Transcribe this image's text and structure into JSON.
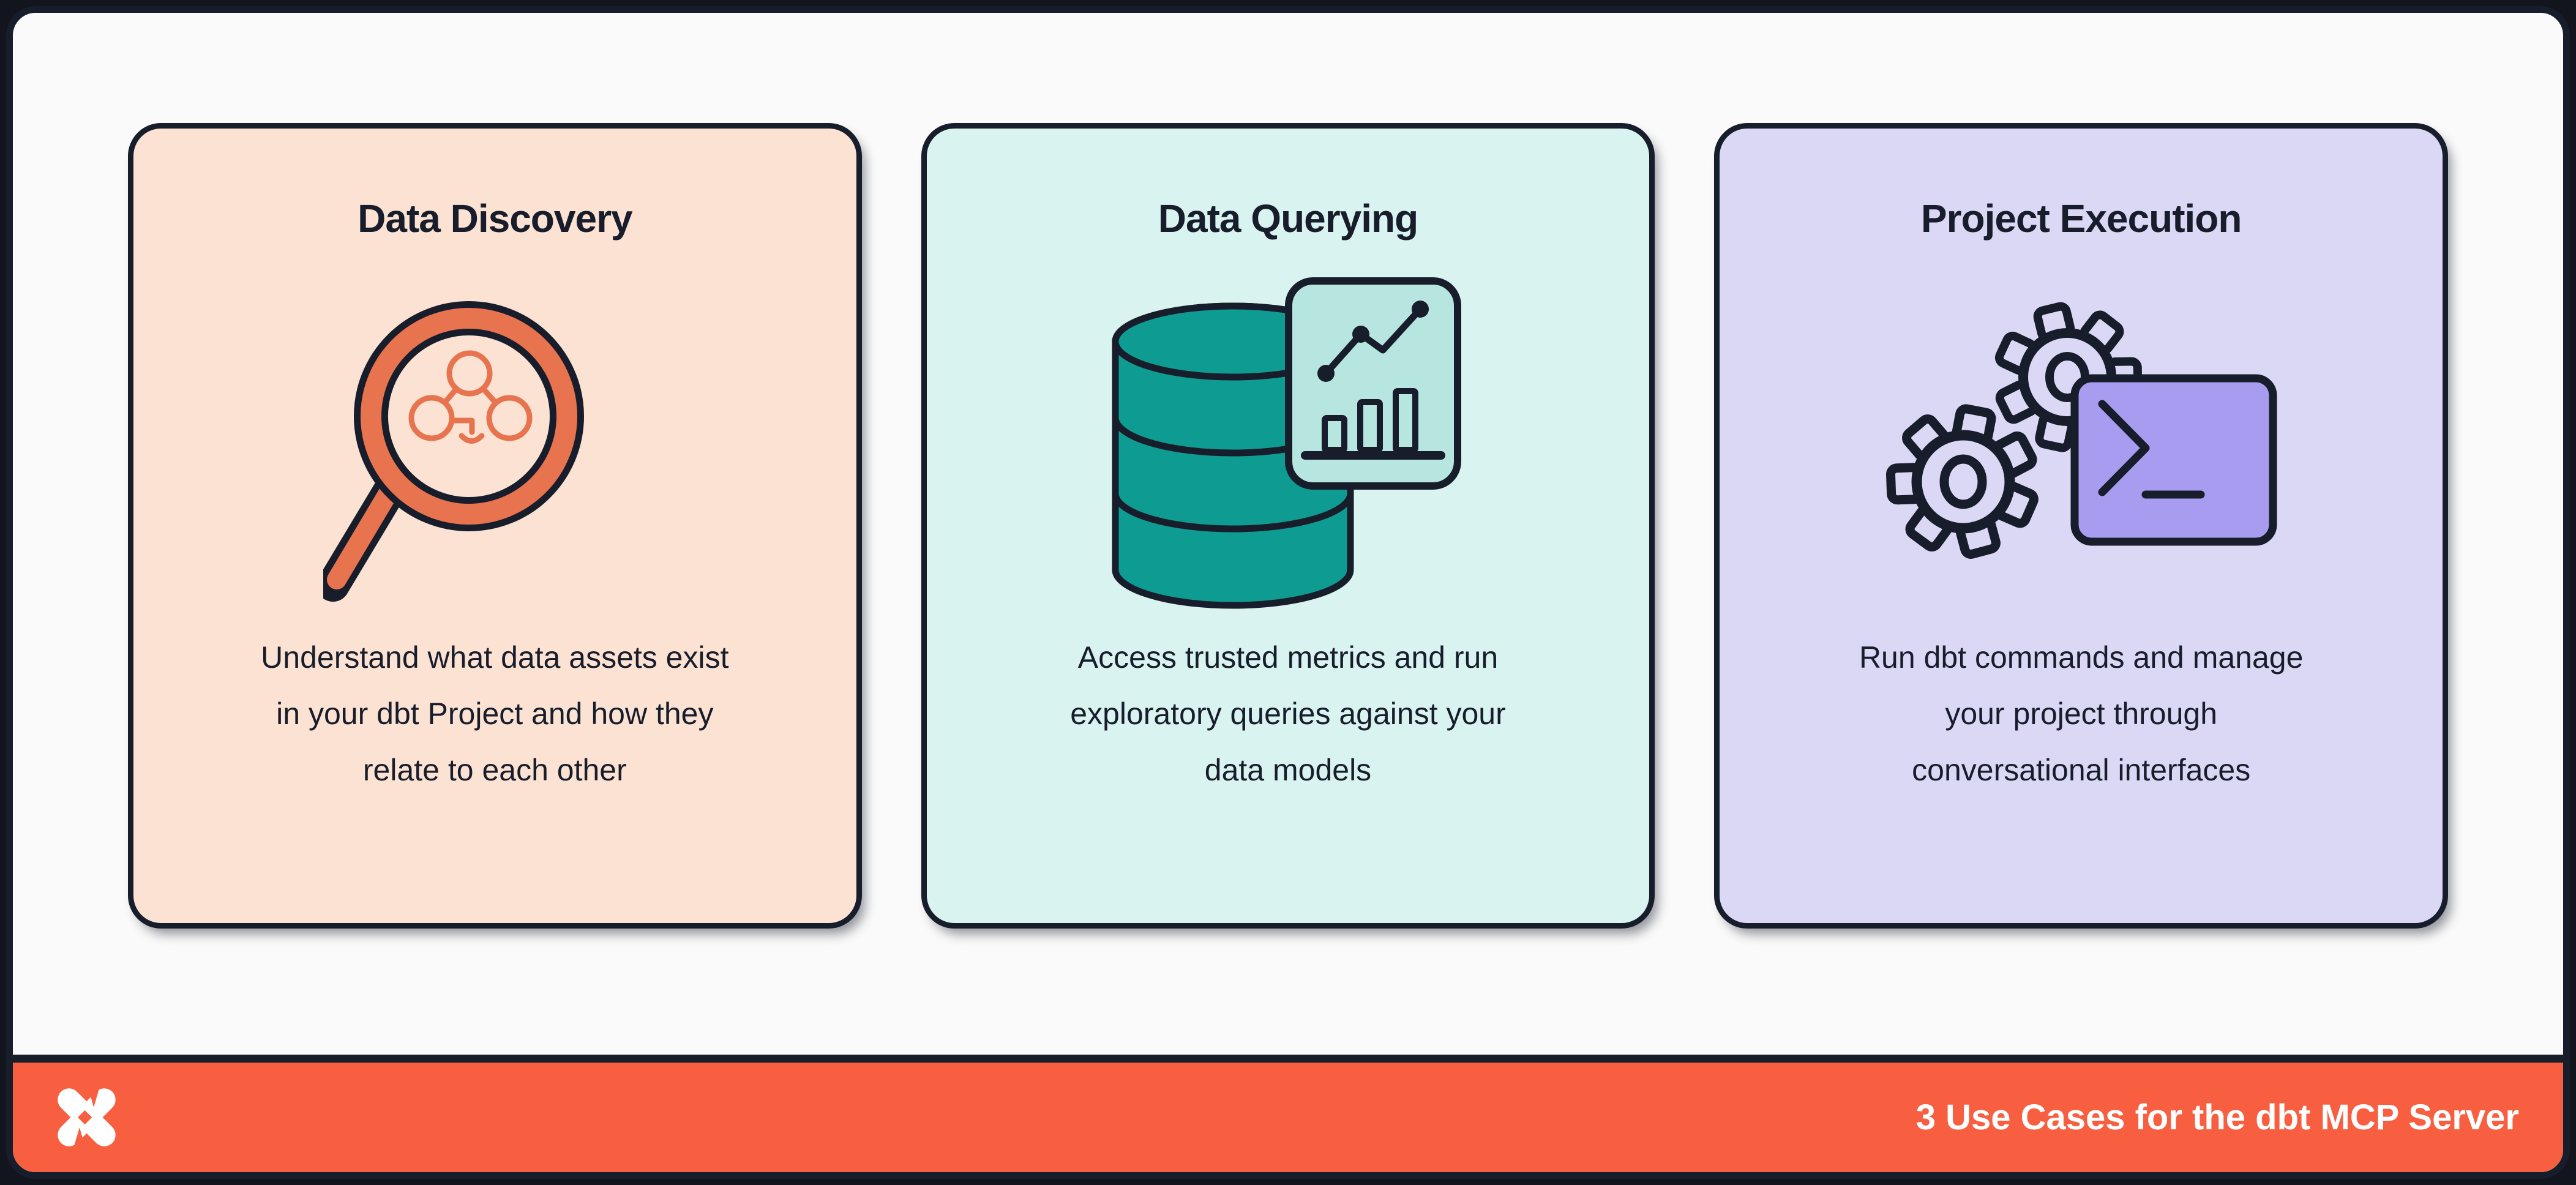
{
  "colors": {
    "canvas": "#12151E",
    "ink": "#181D2B",
    "panel_bg": "#FAFAFA",
    "footer_orange": "#F75F40",
    "card1_bg": "#FCE2D2",
    "card2_bg": "#D9F3F0",
    "card3_bg": "#DBD8F5",
    "accent_orange": "#E8734F",
    "teal": "#0E9B92",
    "mint_chart": "#B7E6E0",
    "purple_terminal": "#A89CF0",
    "white": "#FFFFFF"
  },
  "cards": [
    {
      "title": "Data Discovery",
      "body": "Understand what data assets exist\nin your dbt Project and how they\nrelate to each other",
      "icon": "magnifying-glass-lineage"
    },
    {
      "title": "Data Querying",
      "body": "Access trusted metrics and run\nexploratory queries against your\ndata models",
      "icon": "database-with-chart"
    },
    {
      "title": "Project Execution",
      "body": "Run dbt commands and manage\nyour project through\nconversational interfaces",
      "icon": "gears-and-terminal"
    }
  ],
  "footer": {
    "label": "3 Use Cases for the dbt MCP Server",
    "logo": "dbt-logo"
  }
}
